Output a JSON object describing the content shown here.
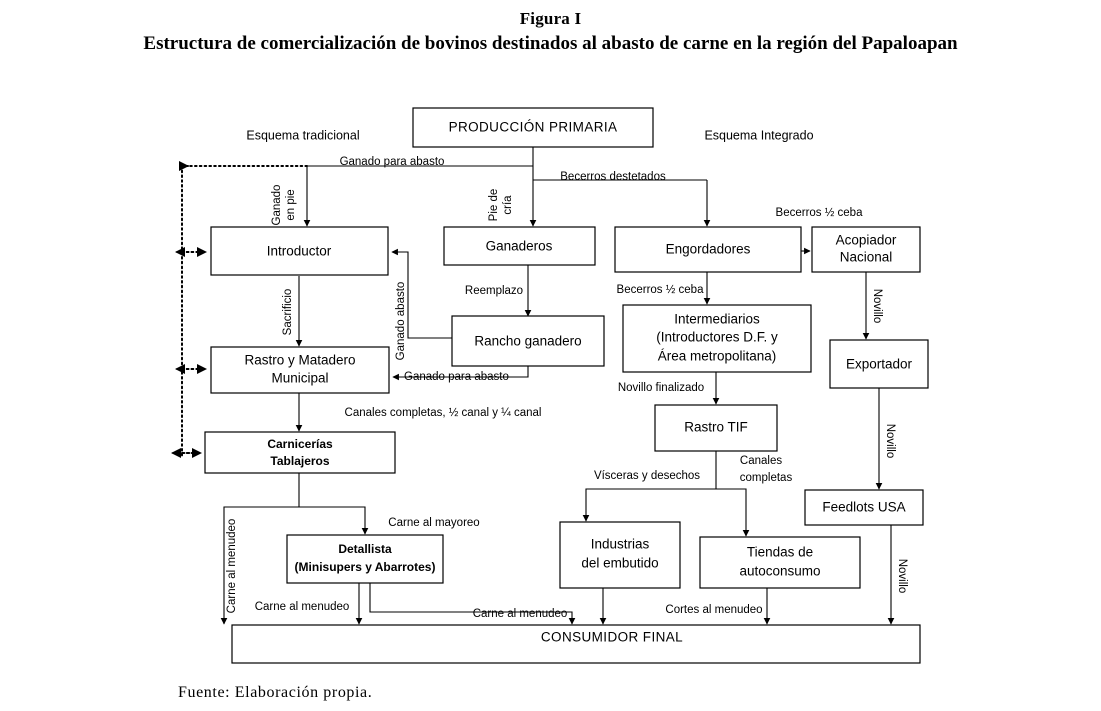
{
  "figure": {
    "title": "Figura I",
    "subtitle": "Estructura de comercialización de bovinos destinados al abasto de carne en la región del Papaloapan",
    "source": "Fuente: Elaboración propia."
  },
  "scheme_labels": {
    "traditional": "Esquema tradicional",
    "integrated": "Esquema Integrado"
  },
  "chart_data": {
    "type": "diagram",
    "title": "Estructura de comercialización de bovinos destinados al abasto de carne en la región del Papaloapan"
  },
  "nodes": {
    "produccion_primaria": {
      "label": "PRODUCCIÓN PRIMARIA"
    },
    "introductor": {
      "label": "Introductor"
    },
    "ganaderos": {
      "label": "Ganaderos"
    },
    "engordadores": {
      "label": "Engordadores"
    },
    "acopiador_nacional": {
      "line1": "Acopiador",
      "line2": "Nacional"
    },
    "rancho_ganadero": {
      "label": "Rancho ganadero"
    },
    "intermediarios": {
      "line1": "Intermediarios",
      "line2": "(Introductores D.F. y",
      "line3": "Área metropolitana)"
    },
    "exportador": {
      "label": "Exportador"
    },
    "rastro_matadero": {
      "line1": "Rastro  y  Matadero",
      "line2": "Municipal"
    },
    "rastro_tif": {
      "label": "Rastro TIF"
    },
    "feedlots_usa": {
      "label": "Feedlots USA"
    },
    "carnicerias": {
      "line1": "Carnicerías",
      "line2": "Tablajeros"
    },
    "detallista": {
      "line1": "Detallista",
      "line2": "(Minisupers y Abarrotes)"
    },
    "industrias_embutido": {
      "line1": "Industrias",
      "line2": "del embutido"
    },
    "tiendas_autoconsumo": {
      "line1": "Tiendas de",
      "line2": "autoconsumo"
    },
    "consumidor_final": {
      "label": "CONSUMIDOR FINAL"
    }
  },
  "edges": {
    "ganado_para_abasto_top": "Ganado para abasto",
    "becerros_destetados": "Becerros destetados",
    "pie_de_cria_1": "Pie de",
    "pie_de_cria_2": "cría",
    "ganado_en_pie_1": "Ganado",
    "ganado_en_pie_2": "en pie",
    "becerros_media_ceba_top": "Becerros ½ ceba",
    "becerros_media_ceba_mid": "Becerros ½ ceba",
    "reemplazo": "Reemplazo",
    "ganado_abasto_vert": "Ganado abasto",
    "sacrificio": "Sacrificio",
    "ganado_para_abasto_rancho": "Ganado para abasto",
    "novillo_1": "Novillo",
    "novillo_2": "Novillo",
    "novillo_3": "Novillo",
    "novillo_finalizado": "Novillo finalizado",
    "canales_completas_half": "Canales completas, ½ canal y ¼ canal",
    "visceras_desechos": "Vísceras y desechos",
    "canales_completas_1": "Canales",
    "canales_completas_2": "completas",
    "carne_al_mayoreo": "Carne al mayoreo",
    "carne_al_menudeo_vert": "Carne al menudeo",
    "carne_al_menudeo_1": "Carne al menudeo",
    "carne_al_menudeo_2": "Carne al menudeo",
    "cortes_al_menudeo": "Cortes al menudeo"
  }
}
